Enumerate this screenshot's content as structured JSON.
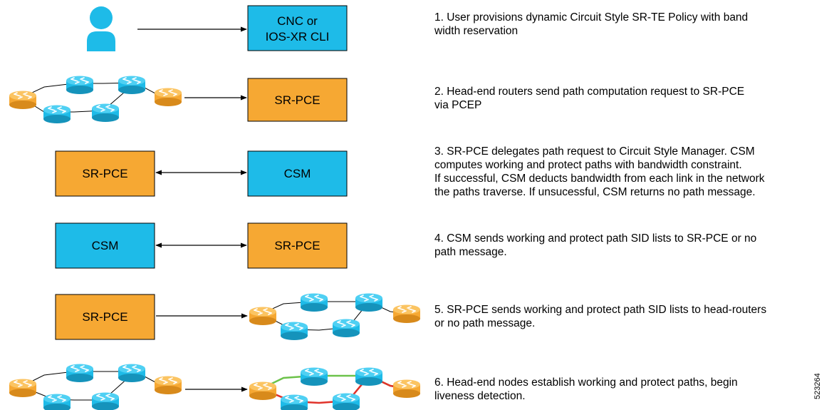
{
  "colors": {
    "cyan_box": "#1ebbe8",
    "orange_box": "#f6a833",
    "router_cyan": "#1ebbe8",
    "router_orange": "#f6a833",
    "working_path": "#6cc24a",
    "protect_path": "#e0322a"
  },
  "icons": [
    "user-icon",
    "router-icon"
  ],
  "boxes": {
    "cnc_line1": "CNC or",
    "cnc_line2": "IOS-XR CLI",
    "srpce_row2": "SR-PCE",
    "srpce_row3": "SR-PCE",
    "csm_row3": "CSM",
    "csm_row4": "CSM",
    "srpce_row4": "SR-PCE",
    "srpce_row5": "SR-PCE"
  },
  "steps": [
    {
      "lines": [
        "1. User provisions dynamic Circuit Style SR-TE Policy with band",
        "width reservation"
      ]
    },
    {
      "lines": [
        "2. Head-end routers send path computation request to SR-PCE",
        "via PCEP"
      ]
    },
    {
      "lines": [
        "3. SR-PCE delegates path request to Circuit Style Manager. CSM",
        "computes working and protect paths with bandwidth constraint.",
        "If successful, CSM deducts bandwidth from each link in the network",
        "the paths traverse. If unsucessful, CSM returns no path message."
      ]
    },
    {
      "lines": [
        "4. CSM sends working and protect path SID lists to SR-PCE or no",
        "path message."
      ]
    },
    {
      "lines": [
        "5. SR-PCE sends working and protect path SID lists to head-routers",
        "or no path message."
      ]
    },
    {
      "lines": [
        "6. Head-end nodes establish working and protect paths, begin",
        "liveness detection."
      ]
    }
  ],
  "figure_id": "523264"
}
